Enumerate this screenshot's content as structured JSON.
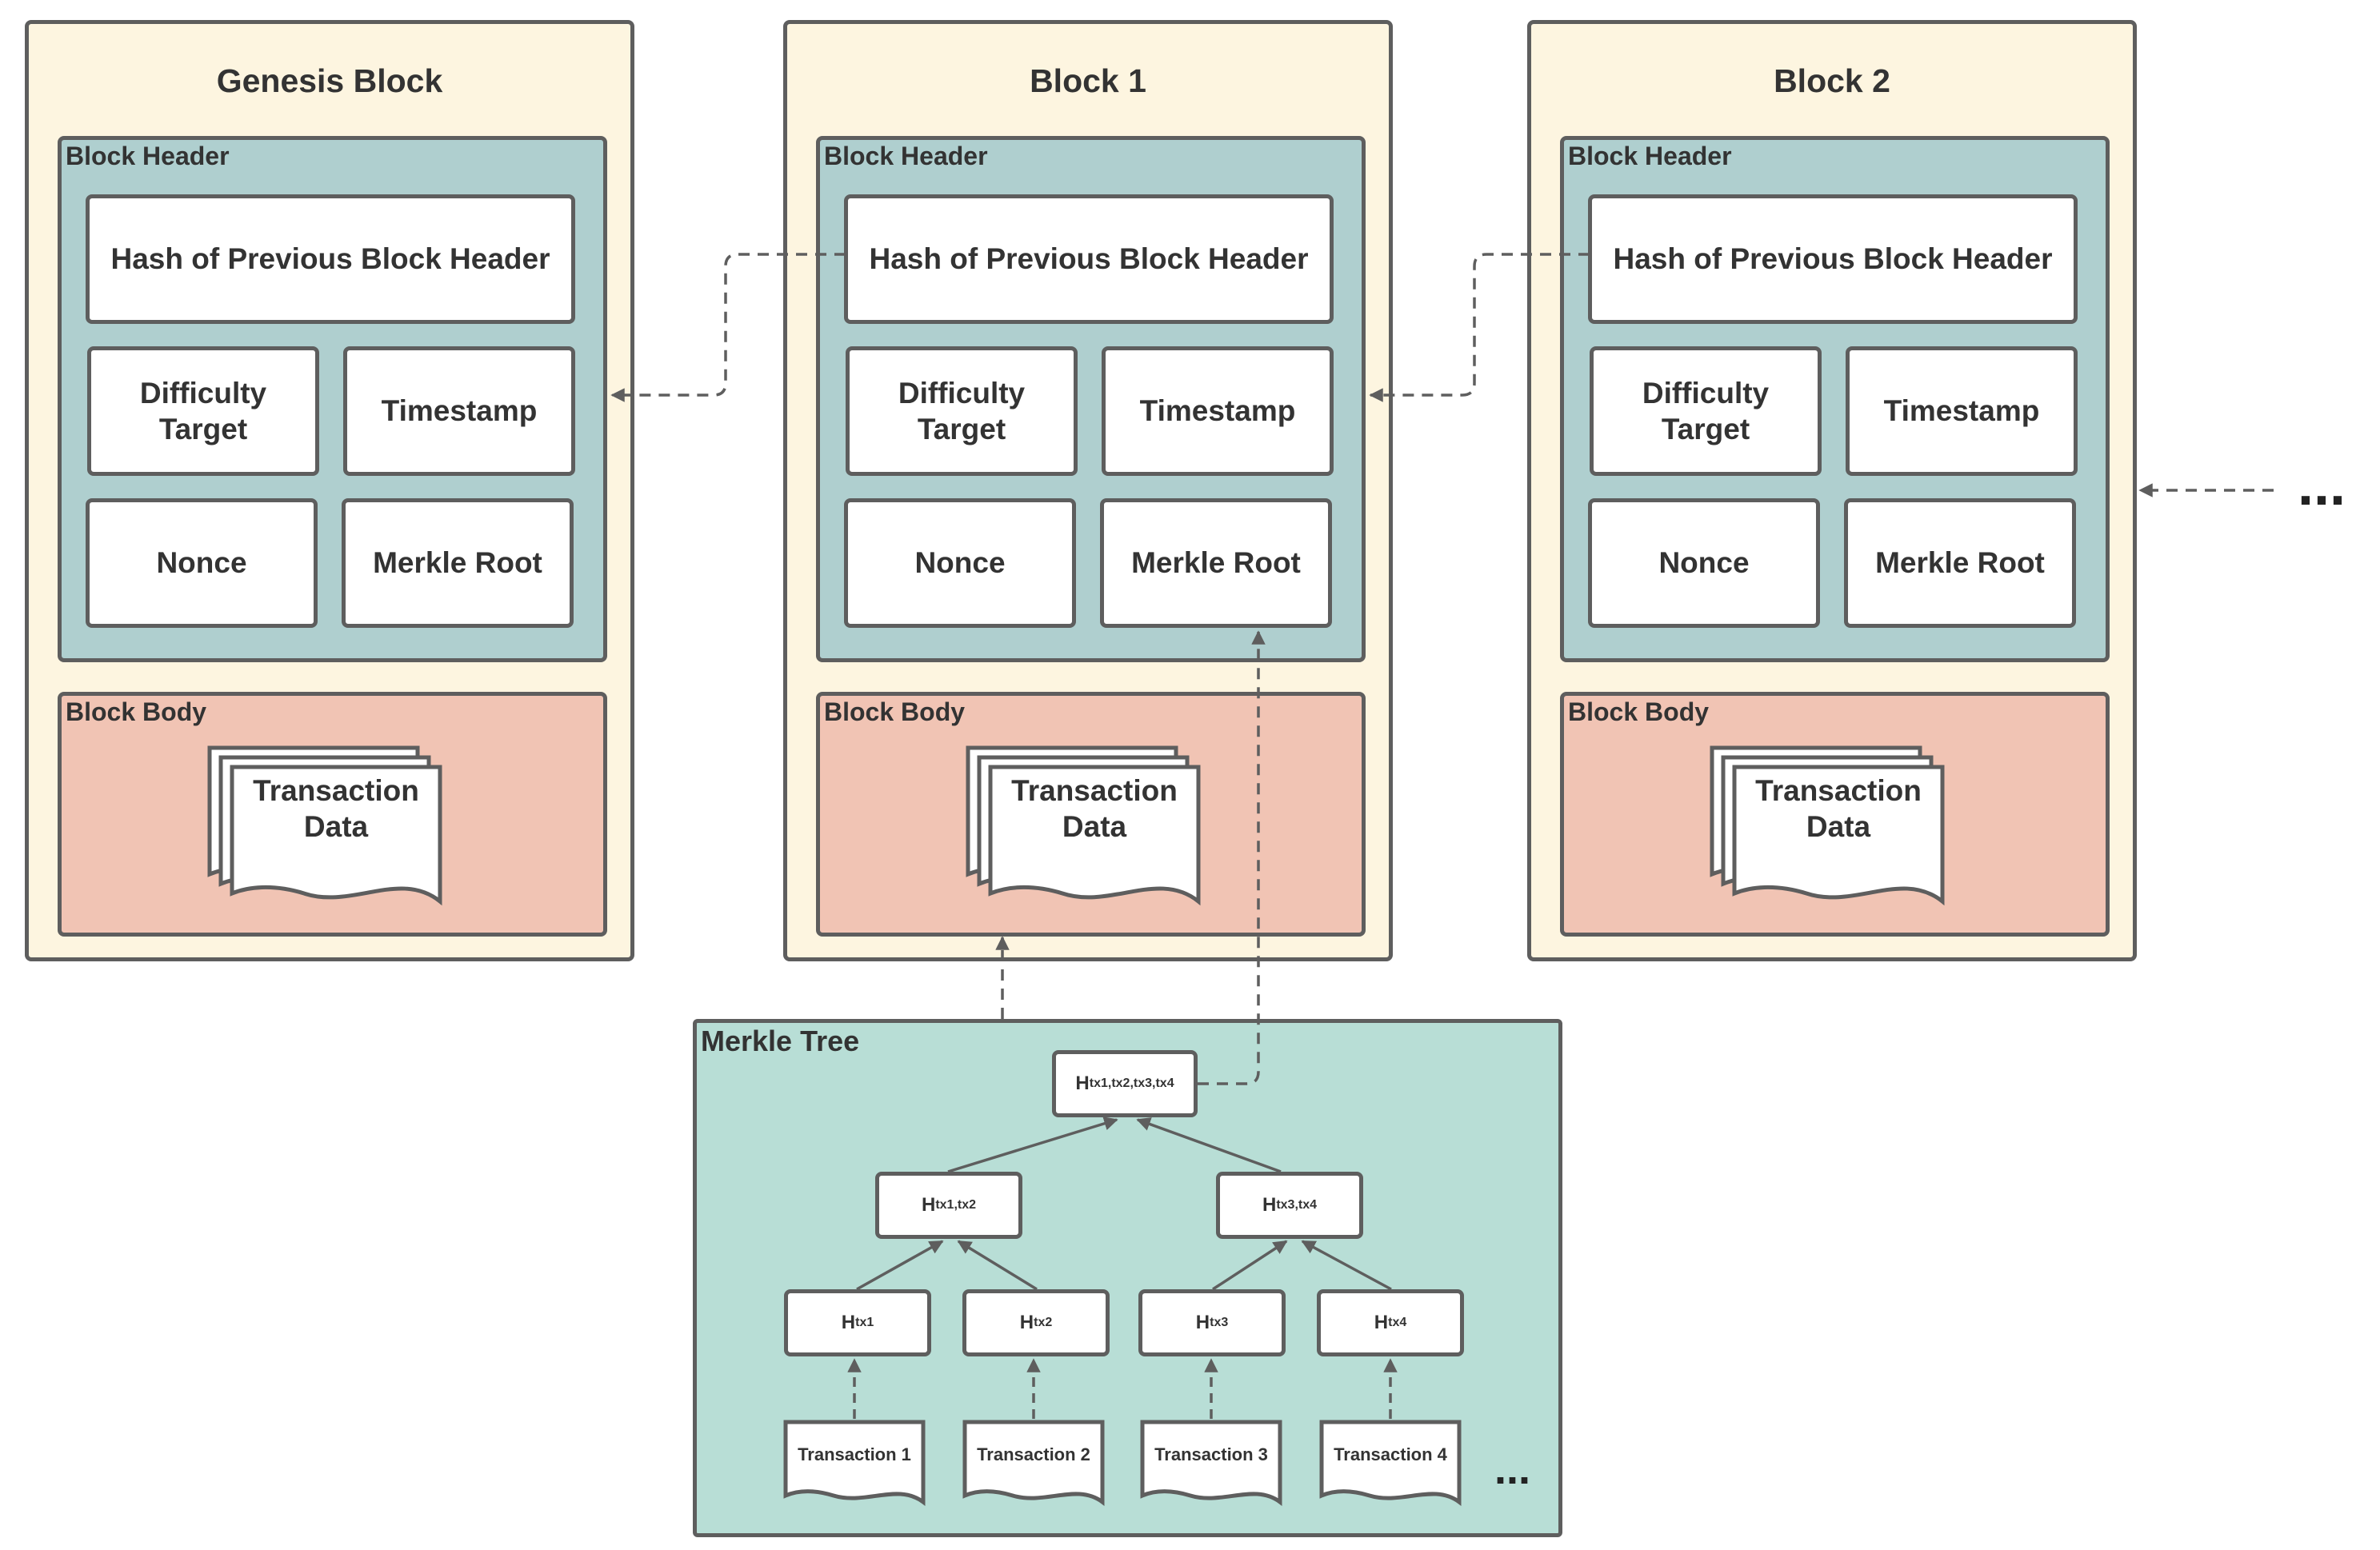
{
  "colors": {
    "block_bg": "#fdf5e0",
    "header_bg": "#afcfcf",
    "body_bg": "#f1c4b4",
    "merkle_bg": "#b8ded6",
    "border": "#5e5e5e"
  },
  "blocks": [
    {
      "title": "Genesis Block",
      "header_label": "Block Header",
      "hash_prev": "Hash of Previous Block Header",
      "difficulty": "Difficulty\nTarget",
      "timestamp": "Timestamp",
      "nonce": "Nonce",
      "merkle_root": "Merkle Root",
      "body_label": "Block Body",
      "transaction_data": "Transaction\nData"
    },
    {
      "title": "Block 1",
      "header_label": "Block Header",
      "hash_prev": "Hash of Previous Block Header",
      "difficulty": "Difficulty\nTarget",
      "timestamp": "Timestamp",
      "nonce": "Nonce",
      "merkle_root": "Merkle Root",
      "body_label": "Block Body",
      "transaction_data": "Transaction\nData"
    },
    {
      "title": "Block 2",
      "header_label": "Block Header",
      "hash_prev": "Hash of Previous Block Header",
      "difficulty": "Difficulty\nTarget",
      "timestamp": "Timestamp",
      "nonce": "Nonce",
      "merkle_root": "Merkle Root",
      "body_label": "Block Body",
      "transaction_data": "Transaction\nData"
    }
  ],
  "chain_continuation": "...",
  "merkle_tree": {
    "label": "Merkle Tree",
    "root": {
      "base": "H",
      "sub": "tx1,tx2,tx3,tx4"
    },
    "level1": [
      {
        "base": "H",
        "sub": "tx1,tx2"
      },
      {
        "base": "H",
        "sub": "tx3,tx4"
      }
    ],
    "leaves": [
      {
        "base": "H",
        "sub": "tx1"
      },
      {
        "base": "H",
        "sub": "tx2"
      },
      {
        "base": "H",
        "sub": "tx3"
      },
      {
        "base": "H",
        "sub": "tx4"
      }
    ],
    "transactions": [
      "Transaction 1",
      "Transaction 2",
      "Transaction 3",
      "Transaction 4"
    ],
    "more": "..."
  }
}
